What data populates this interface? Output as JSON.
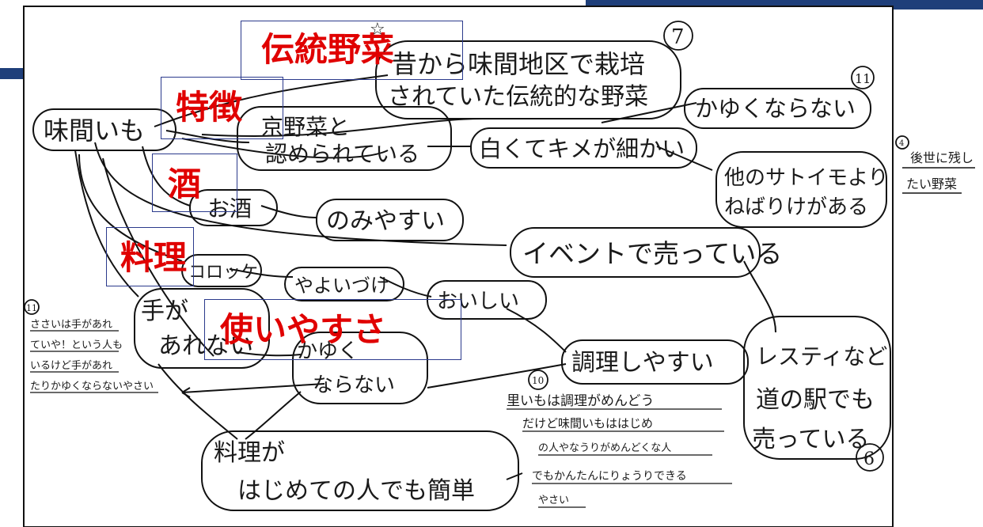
{
  "colors": {
    "label_red": "#e00000",
    "box_blue": "#2b3a8c",
    "frame_blue": "#1f3f7a",
    "ink": "#1a1a1a"
  },
  "overlay_labels": {
    "traditional": "伝統野菜",
    "feature": "特徴",
    "sake": "酒",
    "cooking": "料理",
    "usability": "使いやすさ"
  },
  "nodes": {
    "center": "味間いも",
    "old_line1": "昔から味間地区で栽培",
    "old_line2": "されていた伝統的な野菜",
    "recognized_line1": "京野菜と",
    "recognized_line2": "認められている",
    "white": "白くてキメが細かい",
    "not_itchy_top": "かゆくならない",
    "sticky_line1": "他のサトイモより",
    "sticky_line2": "ねばりけがある",
    "sake": "お酒",
    "drink": "のみやすい",
    "event": "イベントで売っている",
    "croquette": "コロッケ",
    "pickles": "やよいづけ",
    "tasty": "おいしい",
    "hands_line1": "手が",
    "hands_line2": "あれない",
    "not_itchy_line1": "かゆく",
    "not_itchy_line2": "ならない",
    "easy_cook": "調理しやすい",
    "restaurant_line1": "レスティなど",
    "restaurant_line2": "道の駅でも",
    "restaurant_line3": "売っている",
    "beginner_line1": "料理が",
    "beginner_line2": "はじめての人でも簡単"
  },
  "notes": {
    "future_line1": "後世に残し",
    "future_line2": "たい野菜",
    "left_line1": "ささいは手があれ",
    "left_line2": "ていや！という人も",
    "left_line3": "いるけど手があれ",
    "left_line4": "たりかゆくならないやさい",
    "bottom_line1": "里いもは調理がめんどう",
    "bottom_line2": "だけど味間いもははじめ",
    "bottom_line3": "の人やなうりがめんどくな人",
    "bottom_line4": "でもかんたんにりょうりできる",
    "bottom_line5": "やさい"
  },
  "markers": {
    "m7": "7",
    "m11": "11",
    "m6": "6",
    "m10": "10",
    "m4": "4",
    "m11_left": "11"
  }
}
